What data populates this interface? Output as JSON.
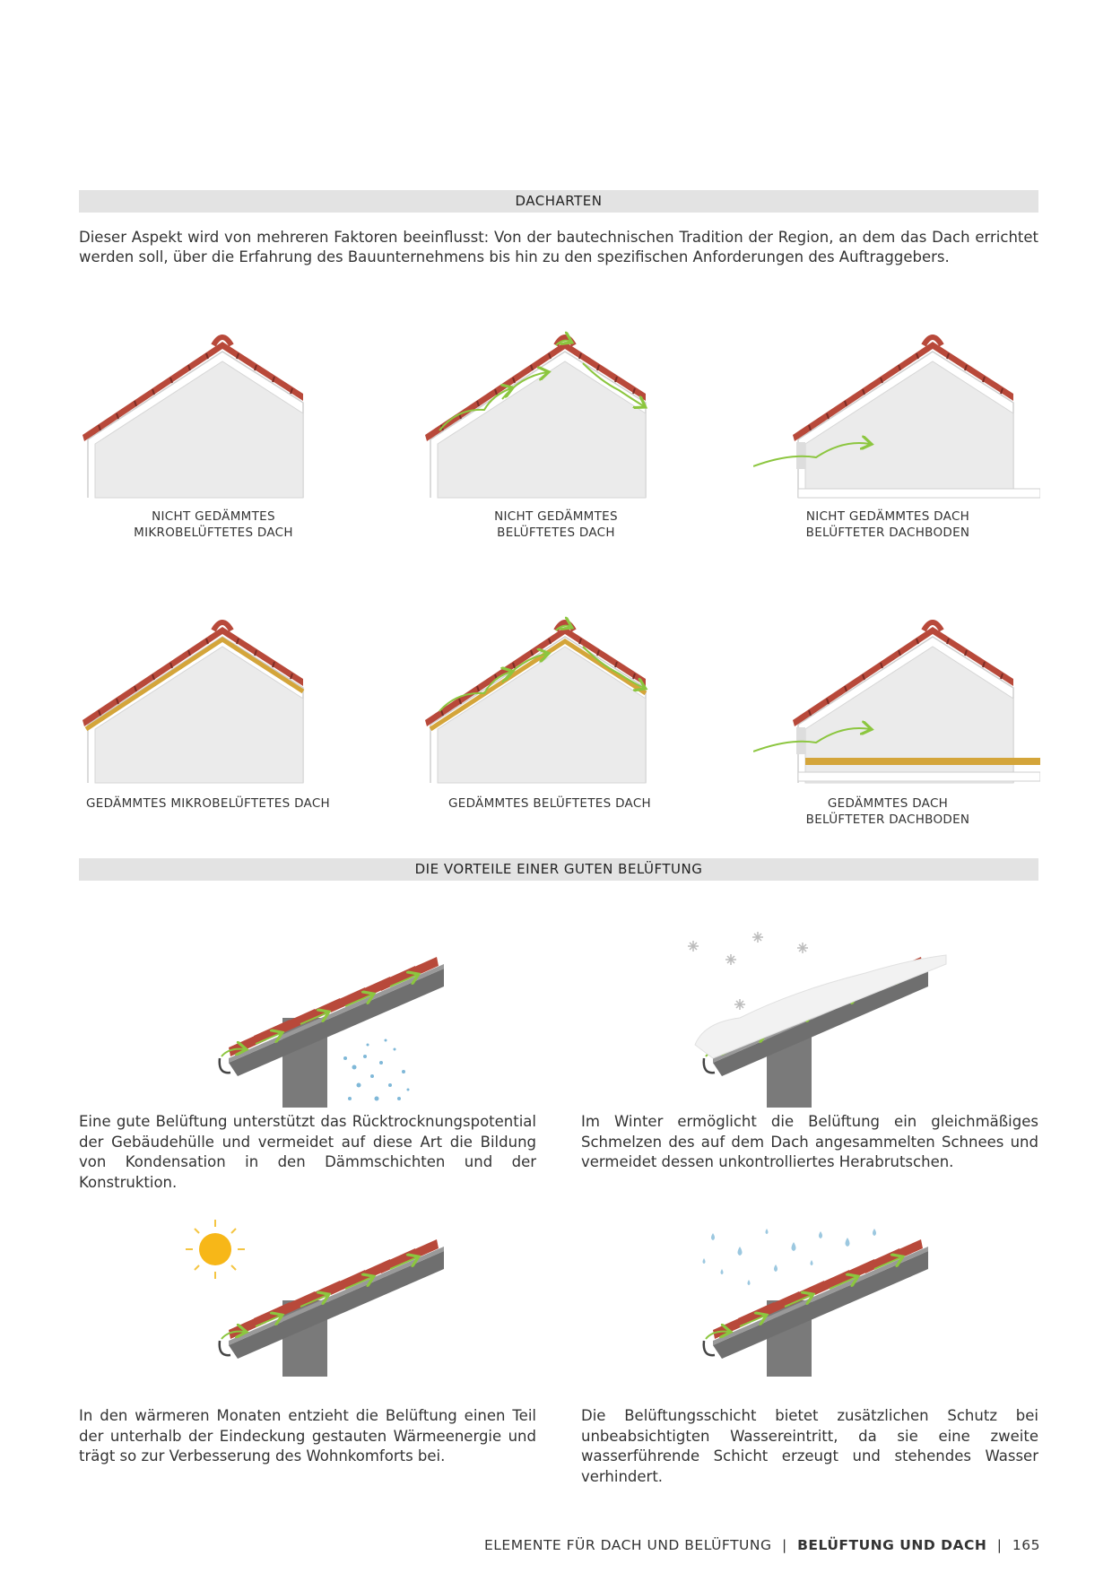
{
  "section1": {
    "title": "DACHARTEN",
    "intro": "Dieser Aspekt wird von mehreren Faktoren beeinflusst: Von der bautechnischen Tradition der Region, an dem das Dach errichtet werden soll, über die Erfahrung des Bauunternehmens bis hin zu den spezifischen Anforderungen des Auftraggebers."
  },
  "roof_types": [
    {
      "line1": "NICHT GEDÄMMTES",
      "line2": "MIKROBELÜFTETES DACH"
    },
    {
      "line1": "NICHT GEDÄMMTES",
      "line2": "BELÜFTETES DACH"
    },
    {
      "line1": "NICHT GEDÄMMTES DACH",
      "line2": "BELÜFTETER DACHBODEN"
    },
    {
      "line1": "GEDÄMMTES MIKROBELÜFTETES DACH",
      "line2": ""
    },
    {
      "line1": "GEDÄMMTES BELÜFTETES DACH",
      "line2": ""
    },
    {
      "line1": "GEDÄMMTES DACH",
      "line2": "BELÜFTETER DACHBODEN"
    }
  ],
  "section2": {
    "title": "DIE VORTEILE EINER GUTEN BELÜFTUNG"
  },
  "benefits": [
    {
      "text": "Eine gute Belüftung unterstützt das Rücktrocknungspotential der Gebäudehülle und vermeidet auf diese Art die Bildung von Kondensation in den Dämmschichten und der Konstruktion.",
      "icon": "condensation-icon"
    },
    {
      "text": "Im Winter ermöglicht die Belüftung ein gleichmäßiges Schmelzen des auf dem Dach angesammelten Schnees und vermeidet dessen unkontrolliertes Herabrutschen.",
      "icon": "snow-icon"
    },
    {
      "text": "In den wärmeren Monaten entzieht die Belüftung einen Teil der unterhalb der Eindeckung gestauten Wärmeenergie und trägt so zur Verbesserung des Wohnkomforts bei.",
      "icon": "sun-icon"
    },
    {
      "text": "Die Belüftungsschicht bietet zusätzlichen Schutz bei unbeabsichtigten Wassereintritt, da sie eine zweite wasserführende Schicht erzeugt und stehendes Wasser verhindert.",
      "icon": "rain-icon"
    }
  ],
  "footer": {
    "left": "ELEMENTE FÜR DACH UND BELÜFTUNG",
    "sep1": "|",
    "bold": "BELÜFTUNG UND DACH",
    "sep2": "|",
    "page": "165"
  },
  "colors": {
    "tile": "#b8493a",
    "tile_dark": "#7d2d25",
    "arrow": "#8cc63f",
    "insulation": "#d4a53a",
    "wall": "#ebebeb",
    "band": "#e3e3e3",
    "beam": "#7a7a7a"
  }
}
